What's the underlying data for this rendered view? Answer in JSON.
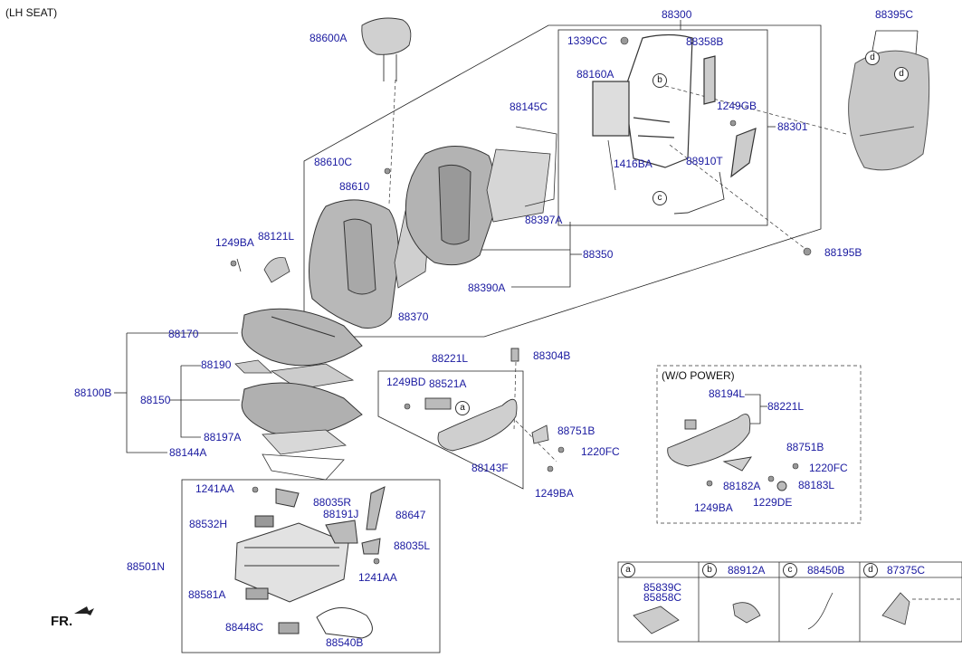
{
  "header": {
    "title": "(LH SEAT)"
  },
  "front_label": "FR.",
  "wo_power_box": {
    "title": "(W/O POWER)"
  },
  "parts": {
    "p88300": "88300",
    "p88395C": "88395C",
    "p88600A": "88600A",
    "p1339CC": "1339CC",
    "p88358B": "88358B",
    "p88160A": "88160A",
    "p88301": "88301",
    "p1249GB": "1249GB",
    "p88145C": "88145C",
    "p88610C": "88610C",
    "p1416BA": "1416BA",
    "p88910T": "88910T",
    "p88610": "88610",
    "p88397A": "88397A",
    "p1249BA_a": "1249BA",
    "p88121L": "88121L",
    "p88195B": "88195B",
    "p88350": "88350",
    "p88390A": "88390A",
    "p88370": "88370",
    "p88170": "88170",
    "p88221L_a": "88221L",
    "p88304B": "88304B",
    "p88190": "88190",
    "p1249BD": "1249BD",
    "p88521A": "88521A",
    "p88100B": "88100B",
    "p88150": "88150",
    "p88194L": "88194L",
    "p88221L_b": "88221L",
    "p88751B_a": "88751B",
    "p88197A": "88197A",
    "p1220FC_a": "1220FC",
    "p88751B_b": "88751B",
    "p88144A": "88144A",
    "p88143F": "88143F",
    "p1220FC_b": "1220FC",
    "p88182A": "88182A",
    "p88183L": "88183L",
    "p1249BA_b": "1249BA",
    "p1229DE": "1229DE",
    "p1249BA_c": "1249BA",
    "p1241AA_a": "1241AA",
    "p88035R": "88035R",
    "p88191J": "88191J",
    "p88647": "88647",
    "p88532H": "88532H",
    "p88035L": "88035L",
    "p88501N": "88501N",
    "p1241AA_b": "1241AA",
    "p88581A": "88581A",
    "p88448C": "88448C",
    "p88540B": "88540B"
  },
  "callouts": [
    "a",
    "b",
    "c",
    "d"
  ],
  "legend": {
    "cells": [
      {
        "letter": "a",
        "parts": [
          "85839C",
          "85858C"
        ]
      },
      {
        "letter": "b",
        "parts": [
          "88912A"
        ]
      },
      {
        "letter": "c",
        "parts": [
          "88450B"
        ]
      },
      {
        "letter": "d",
        "parts": [
          "87375C"
        ]
      }
    ]
  }
}
